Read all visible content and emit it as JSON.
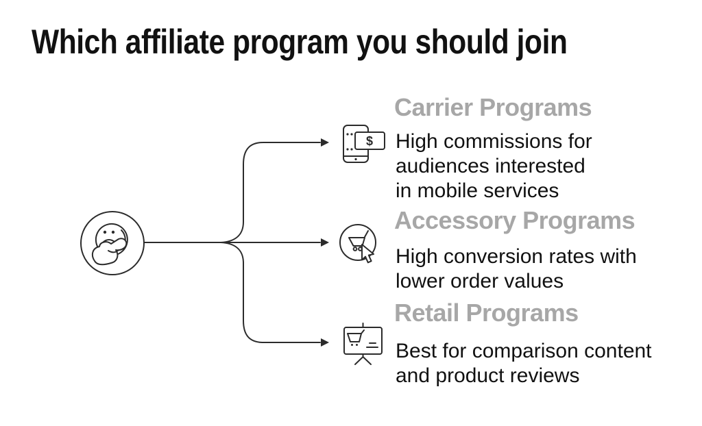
{
  "title": "Which affiliate program you should join",
  "colors": {
    "title": "#111111",
    "heading": "#a7a7a7",
    "body": "#111111",
    "stroke": "#2b2b2b"
  },
  "figure": {
    "icon": "thinking-face-icon"
  },
  "items": [
    {
      "title": "Carrier Programs",
      "icon": "smartphone-dollar-icon",
      "icon_symbol": "$",
      "desc_lines": [
        "High commissions for",
        "audiences interested",
        "in mobile services"
      ]
    },
    {
      "title": "Accessory Programs",
      "icon": "cart-cursor-icon",
      "desc_lines": [
        "High conversion rates with",
        "lower order values"
      ]
    },
    {
      "title": "Retail Programs",
      "icon": "presentation-cart-icon",
      "desc_lines": [
        "Best for comparison content",
        "and product reviews"
      ]
    }
  ]
}
